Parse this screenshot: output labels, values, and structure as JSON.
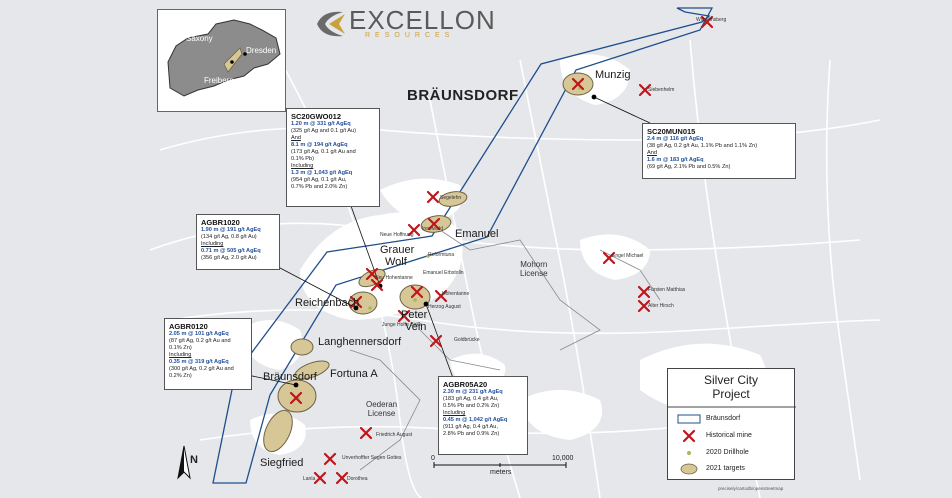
{
  "logo": {
    "main": "EXCELLON",
    "sub": "RESOURCES"
  },
  "inset": {
    "region": "Saxony",
    "city1": "Dresden",
    "city2": "Freiberg"
  },
  "map_title": "BRÄUNSDORF",
  "areas": {
    "munzig": "Munzig",
    "emanuel": "Emanuel",
    "grauer_wolf_1": "Grauer",
    "grauer_wolf_2": "Wolf",
    "reichenbach": "Reichenbach",
    "peter_vein_1": "Peter",
    "peter_vein_2": "Vein",
    "langhennersdorf": "Langhennersdorf",
    "fortuna": "Fortuna A",
    "braunsdorf": "Bräunsdorf",
    "siegfried": "Siegfried"
  },
  "licenses": {
    "mohorn_1": "Mohorn",
    "mohorn_2": "License",
    "oederan_1": "Oederan",
    "oederan_2": "License"
  },
  "towns": {
    "t1": "Wilhelmsberg",
    "t2": "Siebenhelm",
    "t3": "Segelehn",
    "t4": "Inselwald",
    "t5": "Neue Hoffnung",
    "t6": "Reformtuna",
    "t7": "Emanuel Erbstolln",
    "t8": "Neu Hohentanne",
    "t9": "Hohentanne",
    "t10": "Herzog August",
    "t11": "Junge Hohe Birke",
    "t12": "Alter Hirsch",
    "t13": "Engel Michael",
    "t14": "Fürsten Matthias",
    "t15": "Goldbrücke",
    "t16": "Friedrich August",
    "t17": "Unverhoffter Segen Gottes",
    "t18": "Dorothea",
    "t19": "Lanla"
  },
  "boxes": {
    "sc20gwo012": {
      "title": "SC20GWO012",
      "l1": "1.20 m @ 331 g/t AgEq",
      "l2": "(325 g/t Ag and 0.1 g/t Au)",
      "l3": "And",
      "l4": "8.1 m @ 194 g/t AgEq",
      "l5": "(173 g/t Ag, 0.1 g/t Au and",
      "l6": "0.1% Pb)",
      "l7": "Including",
      "l8": "1.3 m @ 1,043 g/t AgEq",
      "l9": "(954 g/t Ag, 0.1 g/t Au,",
      "l10": "0.7% Pb and 2.0% Zn)"
    },
    "sc20mun015": {
      "title": "SC20MUN015",
      "l1": "2.4 m @ 116 g/t AgEq",
      "l2": "(38 g/t Ag, 0.2 g/t Au, 1.1% Pb and 1.1% Zn)",
      "l3": "And",
      "l4": "1.6 m @ 183 g/t AgEq",
      "l5": "(69 g/t Ag, 2.1% Pb and 0.5% Zn)"
    },
    "agbr1020": {
      "title": "AGBR1020",
      "l1": "1.90 m @ 191 g/t AgEq",
      "l2": "(134 g/t Ag, 0.8 g/t Au)",
      "l3": "Including",
      "l4": "0.71 m @ 505 g/t AgEq",
      "l5": "(356 g/t Ag, 2.0 g/t Au)"
    },
    "agbr0120": {
      "title": "AGBR0120",
      "l1": "2.05 m @ 101 g/t AgEq",
      "l2": "(87 g/t Ag, 0.2 g/t Au and",
      "l3": "0.1% Zn)",
      "l4": "Including",
      "l5": "0.35 m @ 319 g/t AgEq",
      "l6": "(300 g/t Ag, 0.2 g/t Au and",
      "l7": "0.2% Zn)"
    },
    "agbr05a20": {
      "title": "AGBR05A20",
      "l1": "2.30 m @ 231 g/t AgEq",
      "l2": "(183 g/t Ag, 0.4 g/t Au,",
      "l3": "0.5% Pb and 0.2% Zn)",
      "l4": "Including",
      "l5": "0.45 m @ 1,042 g/t AgEq",
      "l6": "(911 g/t Ag, 0.4 g/t Au,",
      "l7": "2.8% Pb and 0.9% Zn)"
    }
  },
  "legend": {
    "title_1": "Silver City",
    "title_2": "Project",
    "item_boundary": "Bräunsdorf",
    "item_mine": "Historical mine",
    "item_drill": "2020 Drillhole",
    "item_target": "2021 targets"
  },
  "scale": {
    "start": "0",
    "end": "10,000",
    "unit": "meters"
  },
  "north": "N",
  "credit": "precisely/cartodb/openstreetmap",
  "colors": {
    "boundary": "#1f4e8c",
    "target_fill": "#d8c796",
    "target_stroke": "#6b6347",
    "mine_cross": "#c0151b",
    "drill_dot": "#a6b85a",
    "urban": "#ffffff",
    "land": "#e6e7ea"
  }
}
